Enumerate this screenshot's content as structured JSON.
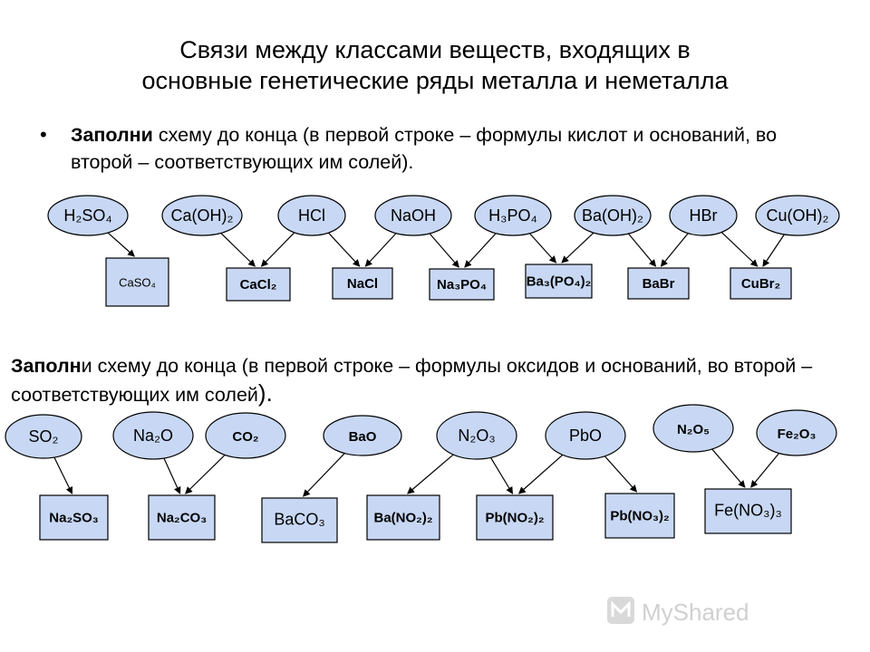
{
  "title": {
    "line1": "Связи между классами веществ, входящих в",
    "line2": "основные генетические ряды металла и неметалла"
  },
  "instruction1": {
    "bold": "Заполни",
    "rest": " схему до конца (в первой строке – формулы кислот и оснований, во второй – соответствующих им солей)."
  },
  "instruction2": {
    "bold": "Заполн",
    "rest": "и схему до конца (в первой строке – формулы оксидов и оснований, во второй – соответствующих им солей",
    "end": ")."
  },
  "diagram1": {
    "top": [
      "H₂SO₄",
      "Ca(OH)₂",
      "HCl",
      "NaOH",
      "H₃PO₄",
      "Ba(OH)₂",
      "HBr",
      "Cu(OH)₂"
    ],
    "bottom": [
      "CaSO₄",
      "CaCl₂",
      "NaCl",
      "Na₃PO₄",
      "Ba₃(PO₄)₂",
      "BaBr",
      "CuBr₂"
    ]
  },
  "diagram2": {
    "top": [
      "SO₂",
      "Na₂O",
      "CO₂",
      "BaO",
      "N₂O₃",
      "PbO",
      "N₂O₅",
      "Fe₂O₃"
    ],
    "bottom": [
      "Na₂SO₃",
      "Na₂CO₃",
      "BaCO₃",
      "Ba(NO₂)₂",
      "Pb(NO₂)₂",
      "Pb(NO₃)₂",
      "Fe(NO₃)₃"
    ]
  },
  "watermark": "MyShared"
}
